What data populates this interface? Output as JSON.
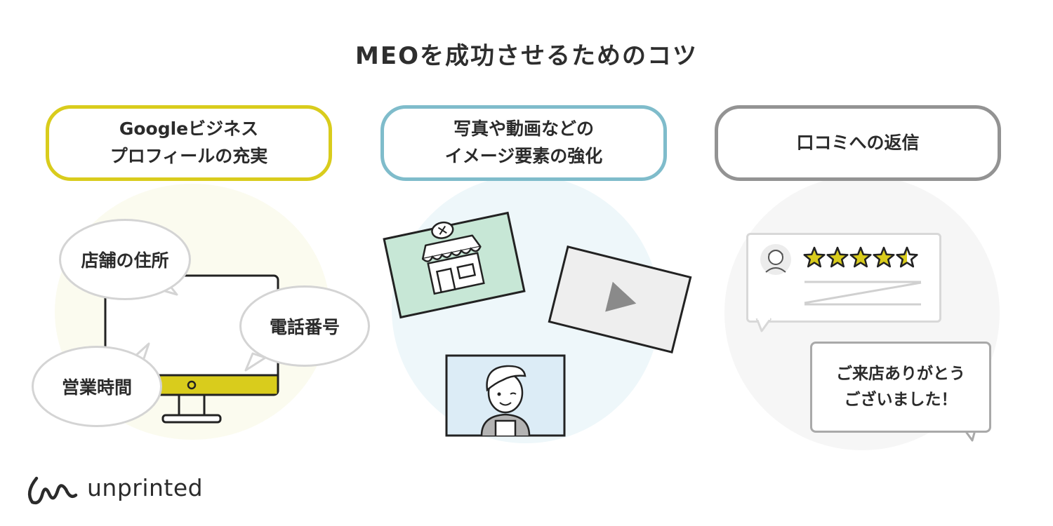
{
  "title": "MEOを成功させるためのコツ",
  "columns": [
    {
      "heading_lines": [
        "Googleビジネス",
        "プロフィールの充実"
      ],
      "accent": "#d9cc1c",
      "bubbles": [
        "店舗の住所",
        "電話番号",
        "営業時間"
      ]
    },
    {
      "heading_lines": [
        "写真や動画などの",
        "イメージ要素の強化"
      ],
      "accent": "#7fbccb"
    },
    {
      "heading_lines": [
        "口コミへの返信"
      ],
      "accent": "#939393",
      "rating": 4.5,
      "reply_lines": [
        "ご来店ありがとう",
        "ございました！"
      ]
    }
  ],
  "logo": {
    "text": "unprinted"
  }
}
